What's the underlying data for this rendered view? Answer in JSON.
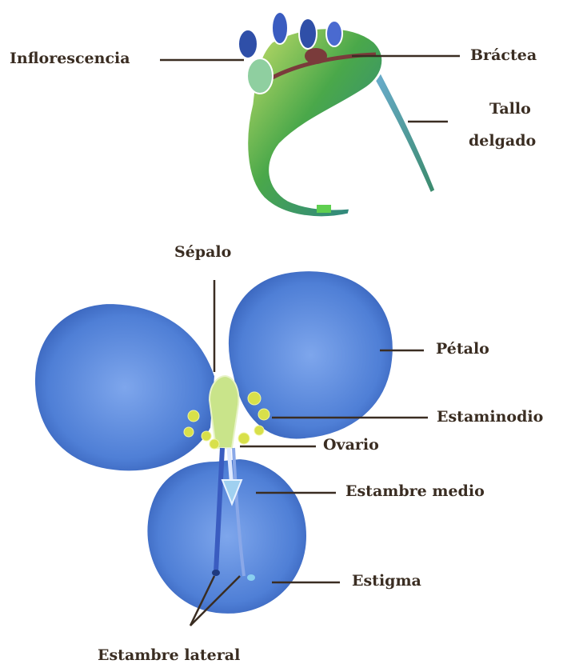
{
  "labels": {
    "inflorescencia": "Inflorescencia",
    "bractea": "Bráctea",
    "tallo_line1": "Tallo",
    "tallo_line2": "delgado",
    "sepalo": "Sépalo",
    "petalo": "Pétalo",
    "estaminodio": "Estaminodio",
    "ovario": "Ovario",
    "estambre_medio": "Estambre medio",
    "estigma": "Estigma",
    "estambre_lateral": "Estambre lateral"
  },
  "colors": {
    "petal": "#4f7fd6",
    "petal_dark": "#2f58b0",
    "bract_green": "#4aa84a",
    "stamen_yellow": "#d8e04a",
    "leader_line": "#3a2d22",
    "label_text": "#3a2d22"
  }
}
